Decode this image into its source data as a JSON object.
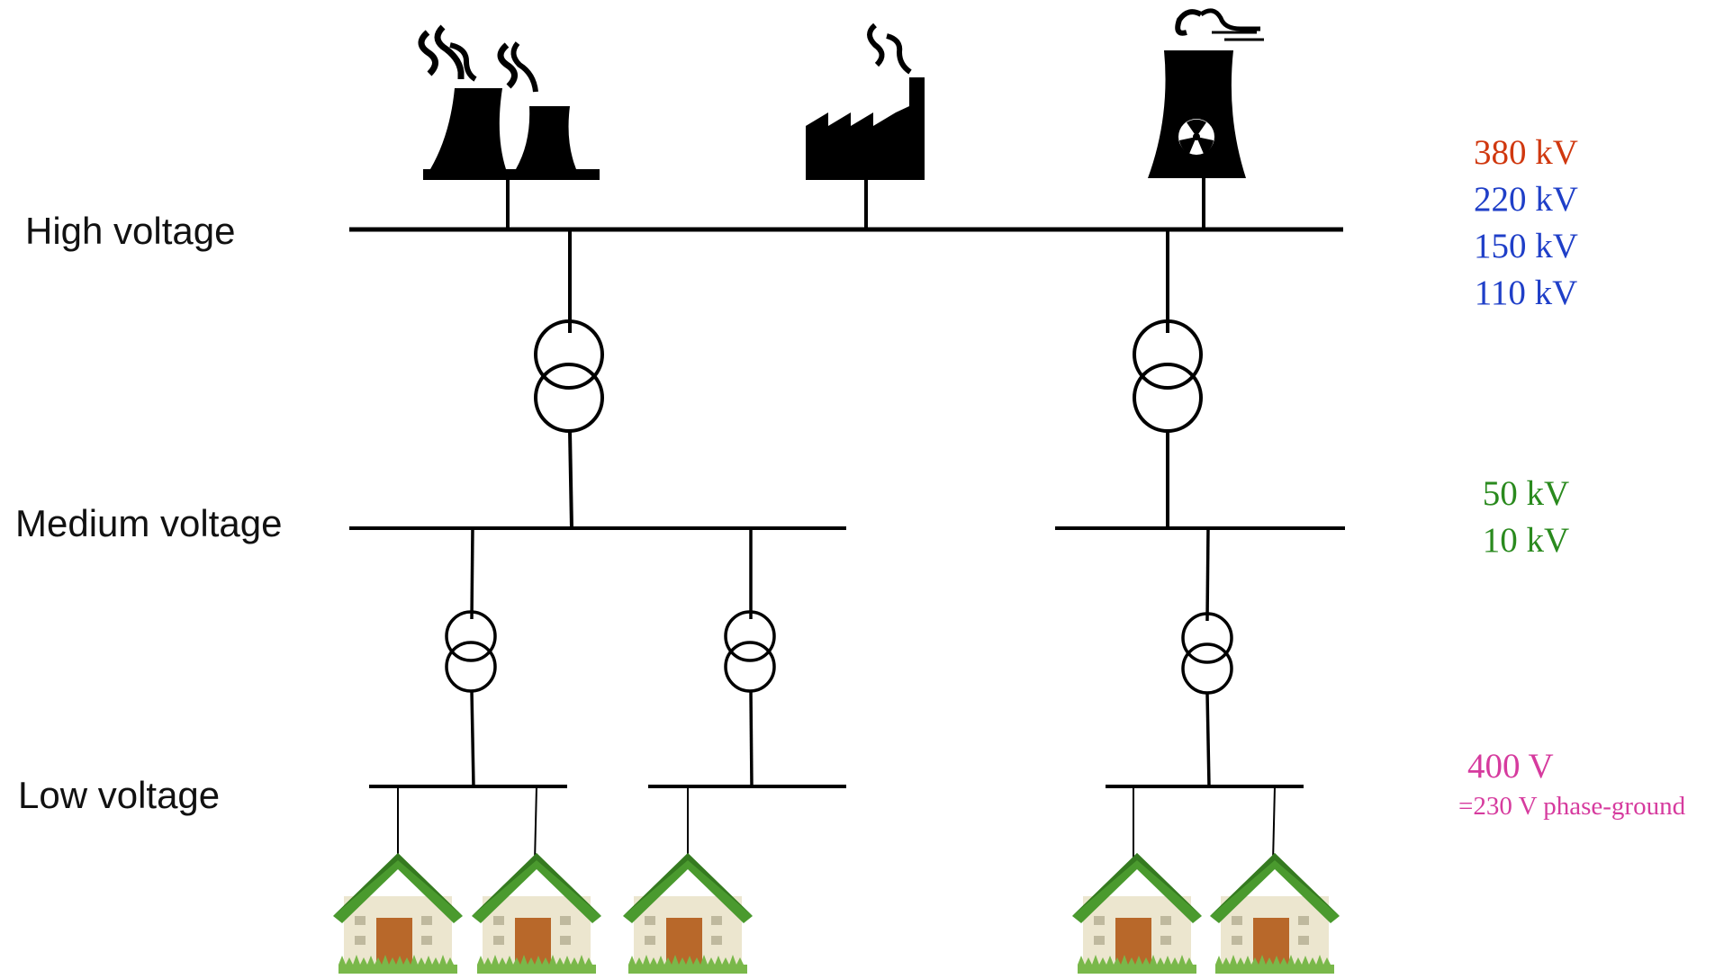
{
  "levels": {
    "high": "High voltage",
    "medium": "Medium voltage",
    "low": "Low voltage"
  },
  "voltages": {
    "high": [
      {
        "text": "380 kV",
        "color": "#d0380f"
      },
      {
        "text": "220 kV",
        "color": "#1f3fc8"
      },
      {
        "text": "150 kV",
        "color": "#1f3fc8"
      },
      {
        "text": "110 kV",
        "color": "#1f3fc8"
      }
    ],
    "medium": [
      {
        "text": "50 kV",
        "color": "#2a8a1e"
      },
      {
        "text": "10 kV",
        "color": "#2a8a1e"
      }
    ],
    "low": [
      {
        "text": "400 V",
        "color": "#d63b9e"
      },
      {
        "text": "=230 V phase-ground",
        "color": "#d63b9e"
      }
    ]
  },
  "icons": {
    "plants": [
      "cooling-towers-icon",
      "factory-icon",
      "nuclear-plant-icon"
    ],
    "transformer": "transformer-symbol",
    "house": "house-icon"
  },
  "colors": {
    "line": "#000000",
    "roof": "#4a9a2e",
    "wall": "#ece6cf",
    "door": "#b8682a",
    "grass": "#79b84a"
  }
}
